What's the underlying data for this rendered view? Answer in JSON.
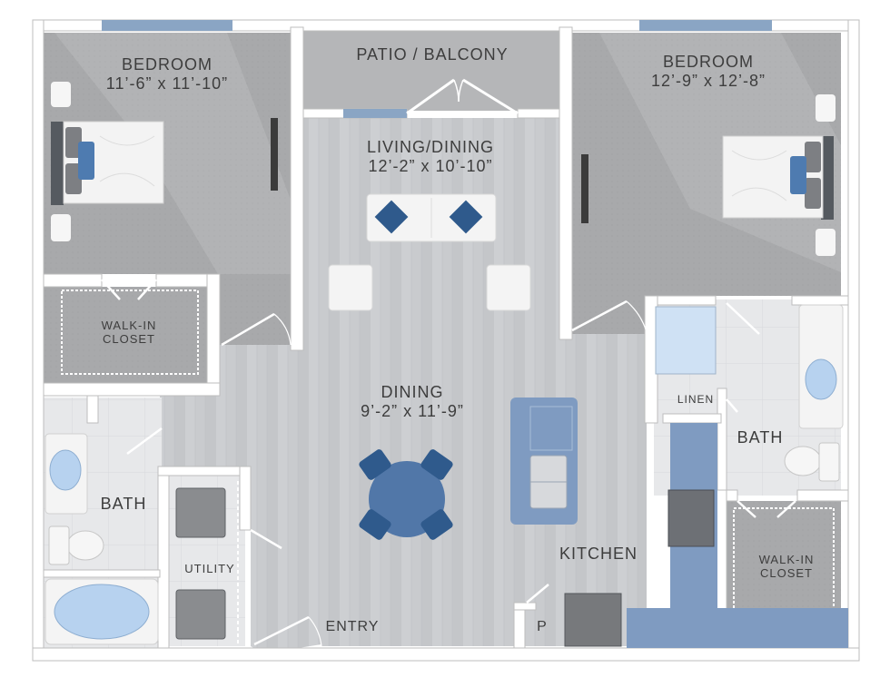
{
  "rooms": {
    "bedroom_left": {
      "name": "BEDROOM",
      "dims": "11’-6” x 11’-10”"
    },
    "bedroom_right": {
      "name": "BEDROOM",
      "dims": "12’-9” x 12’-8”"
    },
    "patio": {
      "name": "PATIO / BALCONY"
    },
    "living": {
      "name": "LIVING/DINING",
      "dims": "12’-2” x 10’-10”"
    },
    "dining": {
      "name": "DINING",
      "dims": "9’-2” x 11’-9”"
    },
    "closet_left": {
      "name": "WALK-IN",
      "name2": "CLOSET"
    },
    "closet_right": {
      "name": "WALK-IN",
      "name2": "CLOSET"
    },
    "bath_left": {
      "name": "BATH"
    },
    "bath_right": {
      "name": "BATH"
    },
    "utility": {
      "name": "UTILITY"
    },
    "kitchen": {
      "name": "KITCHEN"
    },
    "entry": {
      "name": "ENTRY"
    },
    "linen": {
      "name": "LINEN"
    },
    "pantry": {
      "name": "P"
    }
  },
  "colors": {
    "bedroom_floor": "#a9aaac",
    "living_floor": "#cbcdd0",
    "wall": "#ffffff",
    "window": "#8aa5c4",
    "accent_blue": "#2f5a8c",
    "counter": "#7f9bc1",
    "tile": "#e6e8ea"
  }
}
